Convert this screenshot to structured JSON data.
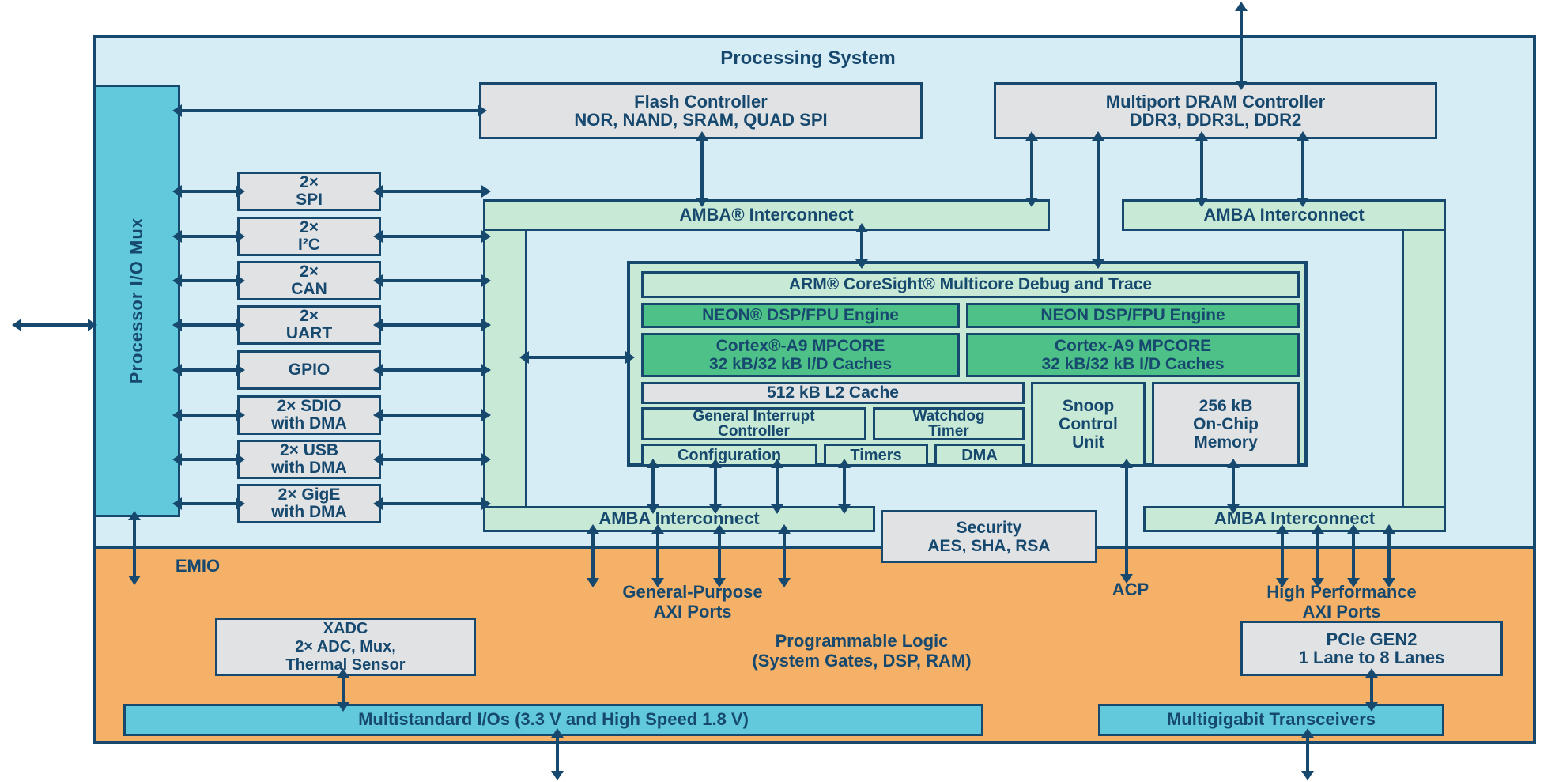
{
  "title": "Processing System",
  "mux_label": "Processor I/O Mux",
  "flash": {
    "l1": "Flash Controller",
    "l2": "NOR, NAND, SRAM, QUAD SPI"
  },
  "dram": {
    "l1": "Multiport DRAM Controller",
    "l2": "DDR3, DDR3L, DDR2"
  },
  "amba": {
    "top_left": "AMBA® Interconnect",
    "top_right": "AMBA Interconnect",
    "bottom_left": "AMBA Interconnect",
    "bottom_right": "AMBA Interconnect"
  },
  "peripherals": [
    {
      "l1": "2×",
      "l2": "SPI"
    },
    {
      "l1": "2×",
      "l2": "I²C"
    },
    {
      "l1": "2×",
      "l2": "CAN"
    },
    {
      "l1": "2×",
      "l2": "UART"
    },
    {
      "l1": "GPIO"
    },
    {
      "l1": "2× SDIO",
      "l2": "with DMA"
    },
    {
      "l1": "2× USB",
      "l2": "with DMA"
    },
    {
      "l1": "2× GigE",
      "l2": "with DMA"
    }
  ],
  "cpu": {
    "coresight": "ARM® CoreSight® Multicore Debug and Trace",
    "neon_left": "NEON® DSP/FPU Engine",
    "neon_right": "NEON DSP/FPU Engine",
    "cortex_left": {
      "l1": "Cortex®-A9 MPCORE",
      "l2": "32 kB/32 kB I/D Caches"
    },
    "cortex_right": {
      "l1": "Cortex-A9 MPCORE",
      "l2": "32 kB/32 kB I/D Caches"
    },
    "l2cache": "512 kB L2 Cache",
    "gic": {
      "l1": "General Interrupt",
      "l2": "Controller"
    },
    "watchdog": {
      "l1": "Watchdog",
      "l2": "Timer"
    },
    "config": "Configuration",
    "timers": "Timers",
    "dma": "DMA",
    "snoop": {
      "l1": "Snoop",
      "l2": "Control",
      "l3": "Unit"
    },
    "ocm": {
      "l1": "256 kB",
      "l2": "On-Chip",
      "l3": "Memory"
    }
  },
  "security": {
    "l1": "Security",
    "l2": "AES, SHA, RSA"
  },
  "ports": {
    "emio": "EMIO",
    "gp_l1": "General-Purpose",
    "gp_l2": "AXI Ports",
    "acp": "ACP",
    "hp_l1": "High Performance",
    "hp_l2": "AXI Ports"
  },
  "pl": {
    "l1": "Programmable Logic",
    "l2": "(System Gates, DSP, RAM)"
  },
  "xadc": {
    "l1": "XADC",
    "l2": "2× ADC, Mux,",
    "l3": "Thermal Sensor"
  },
  "pcie": {
    "l1": "PCIe GEN2",
    "l2": "1 Lane to 8 Lanes"
  },
  "bars": {
    "io": "Multistandard I/Os (3.3 V and High Speed 1.8 V)",
    "mgt": "Multigigabit Transceivers"
  },
  "colors": {
    "navy": "#17496f",
    "light_blue": "#d7edf5",
    "orange": "#f4b167",
    "teal": "#62c9dc",
    "gray": "#e1e2e4",
    "light_green": "#c8e9d5",
    "green": "#4ec189"
  }
}
